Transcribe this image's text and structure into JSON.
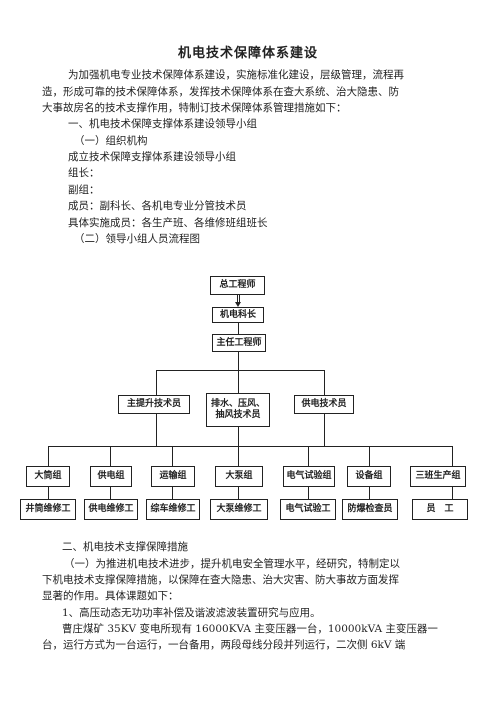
{
  "document": {
    "title": "机电技术保障体系建设",
    "intro_line1": "为加强机电专业技术保障体系建设，实施标准化建设，层级管理，流程再",
    "intro_line2": "造，形成可靠的技术保障体系，发挥技术保障体系在查大系统、治大隐患、防",
    "intro_line3": "大事故房名的技术支撑作用，特制订技术保障体系管理措施如下：",
    "section1_heading": "一、机电技术保障支撑体系建设领导小组",
    "section1_sub1": "（一）组织机构",
    "org_line1": "成立技术保障支撑体系建设领导小组",
    "org_line2": "组长：",
    "org_line3": "副组：",
    "org_line4": "成员：副科长、各机电专业分管技术员",
    "org_line5": "具体实施成员：各生产班、各维修班组班长",
    "section1_sub2": "（二）领导小组人员流程图",
    "section2_heading": "二、机电技术支撑保障措施",
    "section2_p1_line1": "（一）为推进机电技术进步，提升机电安全管理水平，经研究，特制定以",
    "section2_p1_line2": "下机电技术支撑保障措施，以保障在查大隐患、治大灾害、防大事故方面发挥",
    "section2_p1_line3": "显著的作用。具体课题如下：",
    "item1": "1、高压动态无功功率补偿及谐波滤波装置研究与应用。",
    "item1_detail_line1": "曹庄煤矿 35KV 变电所现有 16000KVA 主变压器一台，10000kVA 主变压器一",
    "item1_detail_line2": "台，运行方式为一台运行，一台备用，两段母线分段并列运行，二次侧 6kV 端"
  },
  "flowchart": {
    "top": "总工程师",
    "level2": "机电科长",
    "level3": "主任工程师",
    "level4": [
      "主提升技术员",
      "排水、压风、\n抽风技术员",
      "供电技术员"
    ],
    "level5": [
      "大筒组",
      "供电组",
      "运输组",
      "大泵组",
      "电气试验组",
      "设备组",
      "三班生产组"
    ],
    "level6": [
      "井筒维修工",
      "供电维修工",
      "综车维修工",
      "大泵维修工",
      "电气试验工",
      "防爆检查员",
      "员　工"
    ]
  }
}
